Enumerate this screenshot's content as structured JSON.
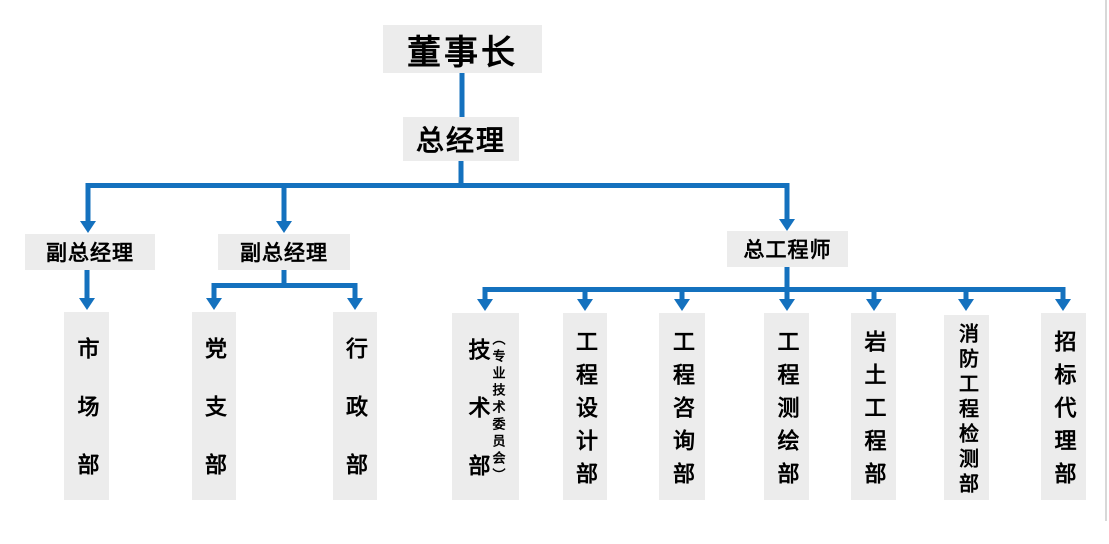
{
  "colors": {
    "line": "#1471BE",
    "node_fill": "#ECECEC",
    "text": "#000000",
    "page_edge": "#D8D8D8"
  },
  "nodes": {
    "chairman": "董事长",
    "general_manager": "总经理",
    "deputy_gm_left": "副总经理",
    "deputy_gm_mid": "副总经理",
    "chief_engineer": "总工程师",
    "marketing_dept": "市场部",
    "party_branch": "党支部",
    "admin_dept": "行政部",
    "tech_dept_main": "技术部",
    "tech_dept_sub": "（专业技术委员会）",
    "eng_design_dept": "工程设计部",
    "eng_consulting_dept": "工程咨询部",
    "eng_surveying_dept": "工程测绘部",
    "geotech_eng_dept": "岩土工程部",
    "fire_eng_testing_dept": "消防工程检测部",
    "bidding_agency_dept": "招标代理部"
  },
  "diagram": {
    "type": "org-chart",
    "tree": {
      "label": "董事长",
      "children": [
        {
          "label": "总经理",
          "children": [
            {
              "label": "副总经理",
              "children": [
                {
                  "label": "市场部"
                }
              ]
            },
            {
              "label": "副总经理",
              "children": [
                {
                  "label": "党支部"
                },
                {
                  "label": "行政部"
                }
              ]
            },
            {
              "label": "总工程师",
              "children": [
                {
                  "label": "技术部（专业技术委员会）"
                },
                {
                  "label": "工程设计部"
                },
                {
                  "label": "工程咨询部"
                },
                {
                  "label": "工程测绘部"
                },
                {
                  "label": "岩土工程部"
                },
                {
                  "label": "消防工程检测部"
                },
                {
                  "label": "招标代理部"
                }
              ]
            }
          ]
        }
      ]
    }
  }
}
